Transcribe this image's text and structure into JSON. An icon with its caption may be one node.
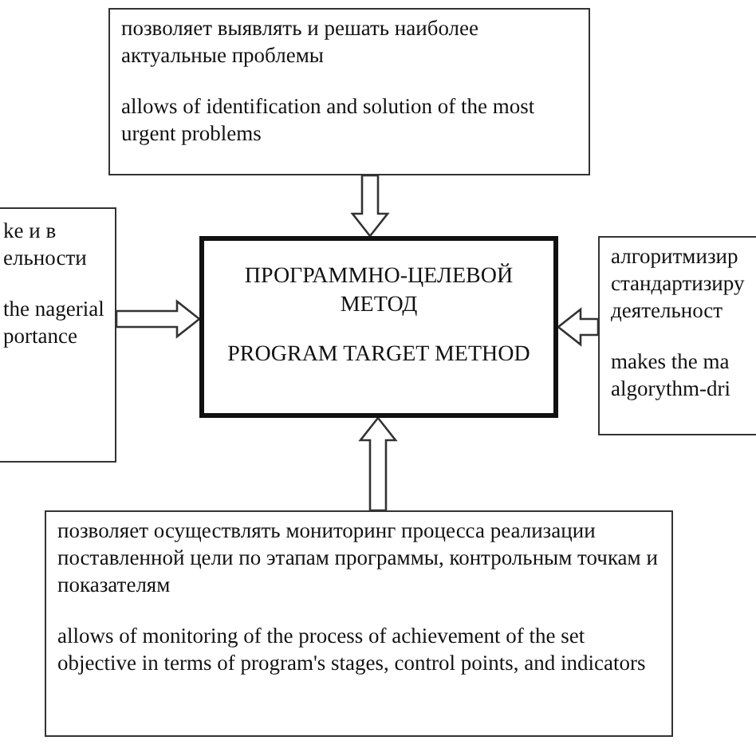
{
  "diagram": {
    "nodes": [
      {
        "text": [
          "позволяет выявлять и решать наиболее актуальные проблемы",
          "allows of identification and solution of the most urgent problems"
        ]
      },
      {
        "text": [
          "ke и в ельности",
          "the nagerial portance"
        ]
      },
      {
        "text": [
          "ПРОГРАММНО-ЦЕЛЕВОЙ МЕТОД",
          "PROGRAM TARGET METHOD"
        ]
      },
      {
        "text": [
          "алгоритмизир стандартизиру деятельност",
          "makes the ma algorythm-dri"
        ]
      },
      {
        "text": [
          "позволяет осуществлять мониторинг процесса реализации поставленной цели по этапам программы, контрольным точкам и показателям",
          "allows of monitoring of the process of achievement of the set objective in terms of program's stages, control points, and indicators"
        ]
      }
    ],
    "edges": [
      {
        "from": 0,
        "to": 2,
        "arrow": "to"
      },
      {
        "from": 1,
        "to": 2,
        "arrow": "to"
      },
      {
        "from": 3,
        "to": 2,
        "arrow": "to"
      },
      {
        "from": 4,
        "to": 2,
        "arrow": "to"
      }
    ]
  }
}
